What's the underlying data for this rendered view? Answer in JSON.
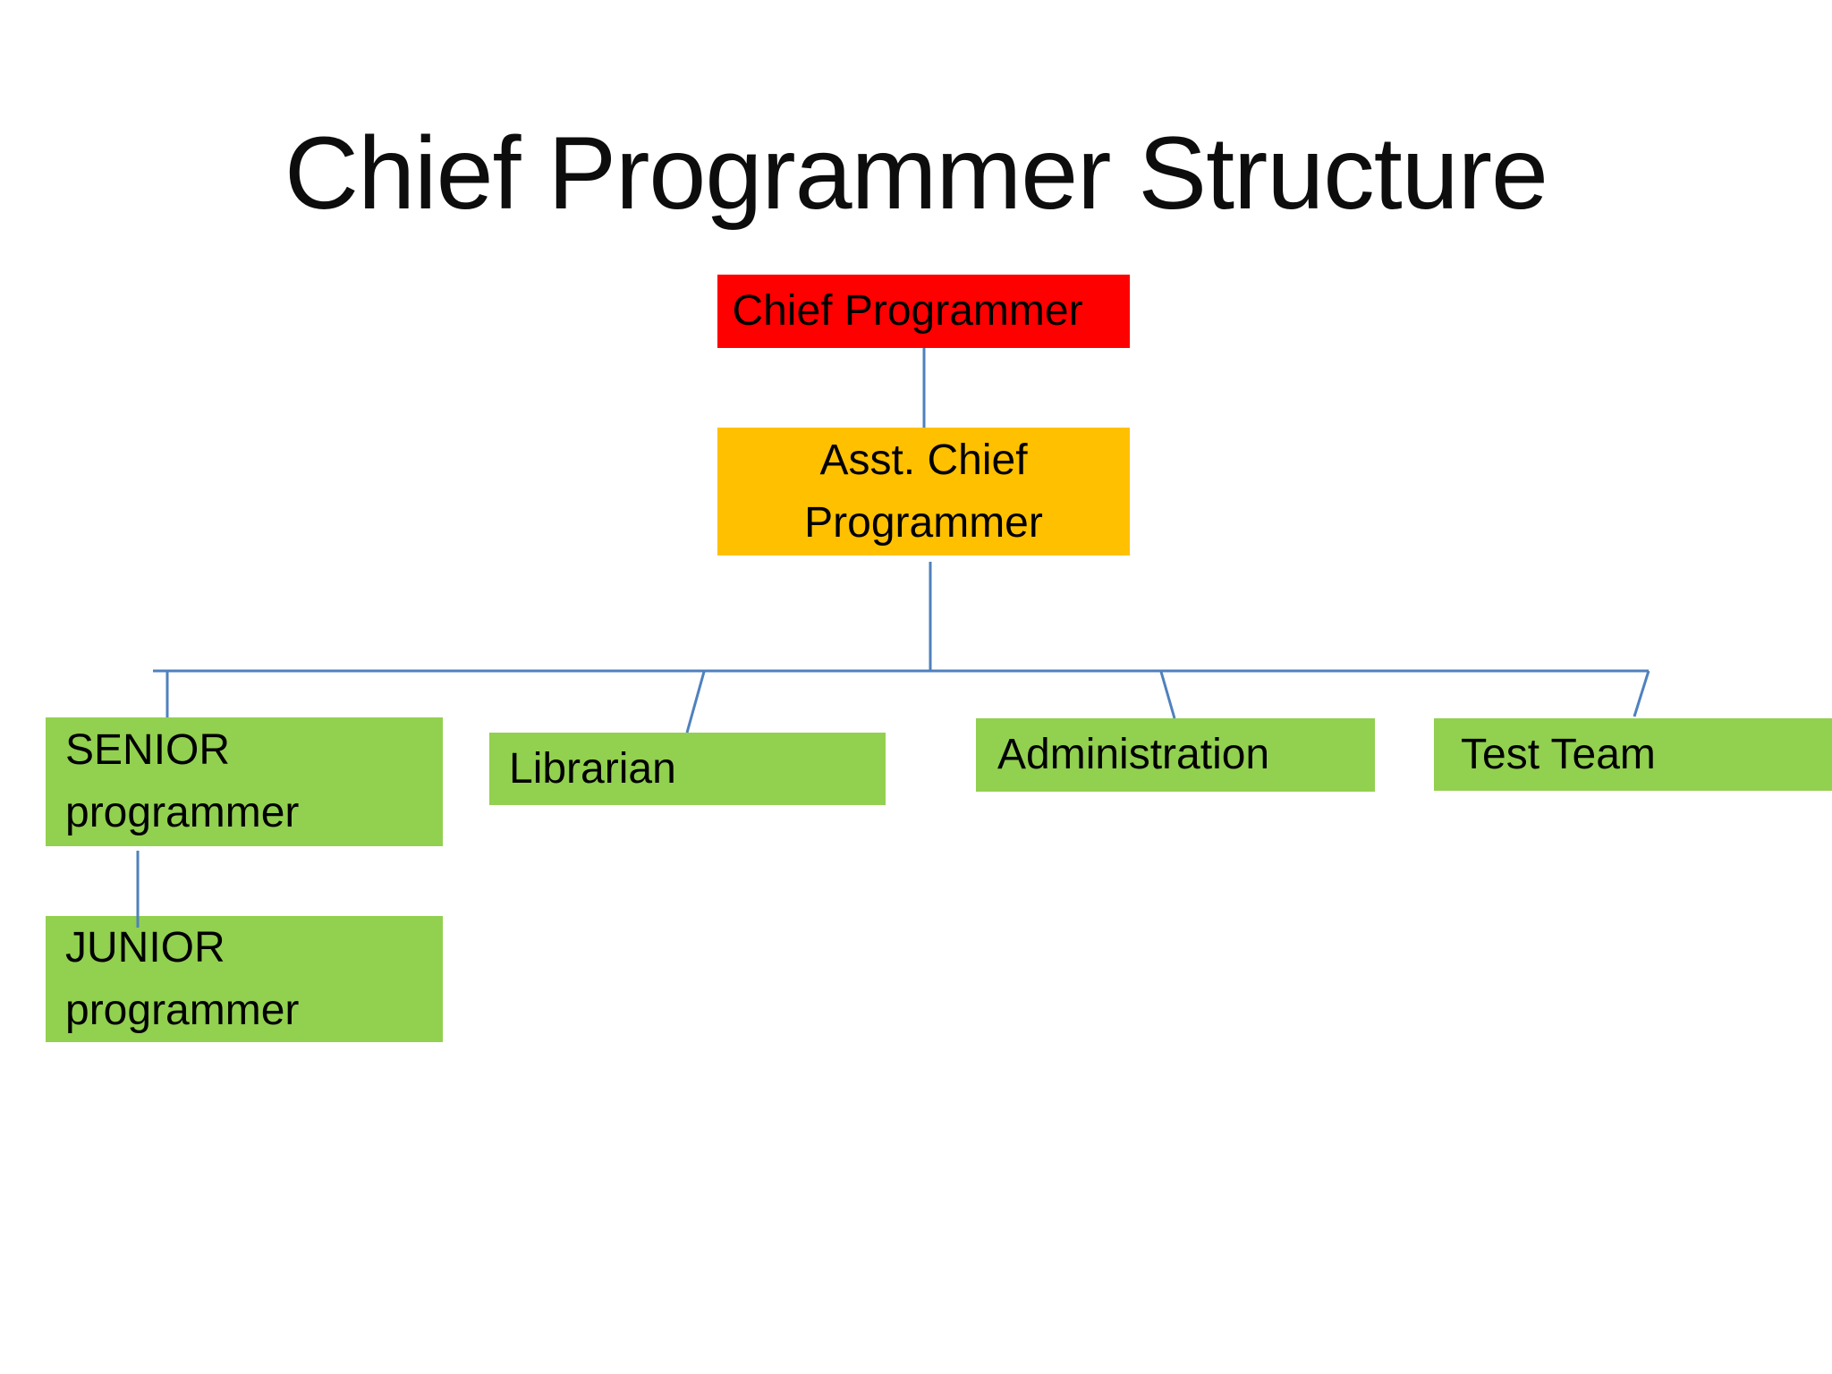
{
  "title": "Chief Programmer Structure",
  "colors": {
    "chief_box": "#ff0000",
    "asst_box": "#ffc000",
    "team_box": "#92d050",
    "connector": "#4f81bd",
    "text": "#000000",
    "background": "#ffffff"
  },
  "nodes": {
    "chief": {
      "label": "Chief Programmer"
    },
    "asst": {
      "line1": "Asst. Chief",
      "line2": "Programmer"
    },
    "senior": {
      "line1": "SENIOR",
      "line2": "programmer"
    },
    "junior": {
      "line1": "JUNIOR",
      "line2": "programmer"
    },
    "librarian": {
      "label": "Librarian"
    },
    "administration": {
      "label": "Administration"
    },
    "testteam": {
      "label": "Test Team"
    }
  }
}
